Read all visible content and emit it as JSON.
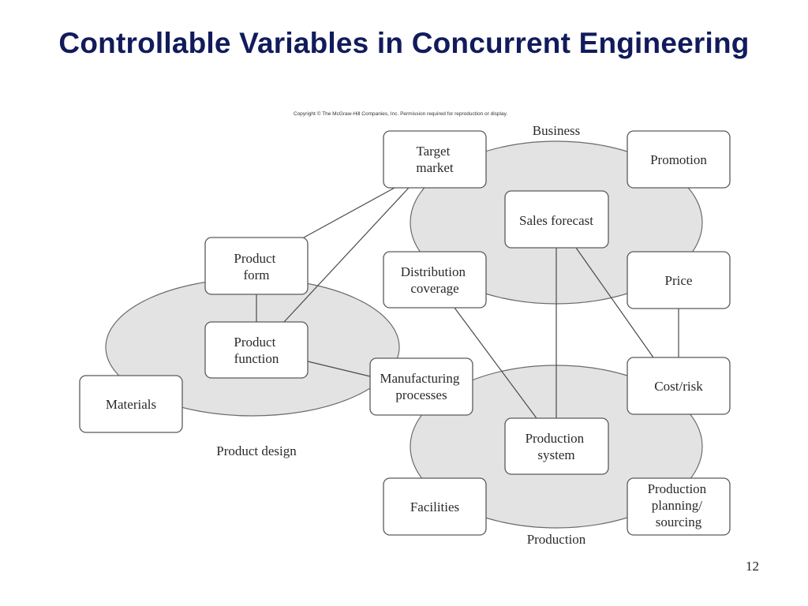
{
  "slide": {
    "title": "Controllable Variables in Concurrent Engineering",
    "copyright": "Copyright © The McGraw-Hill Companies, Inc.  Permission required for reproduction or display.",
    "page_number": "12"
  },
  "zones": {
    "business": "Business",
    "product_design": "Product design",
    "production": "Production"
  },
  "nodes": {
    "target_market": [
      "Target",
      "market"
    ],
    "promotion": [
      "Promotion"
    ],
    "sales_forecast": [
      "Sales forecast"
    ],
    "distribution_coverage": [
      "Distribution",
      "coverage"
    ],
    "price": [
      "Price"
    ],
    "product_form": [
      "Product",
      "form"
    ],
    "product_function": [
      "Product",
      "function"
    ],
    "materials": [
      "Materials"
    ],
    "manufacturing_processes": [
      "Manufacturing",
      "processes"
    ],
    "cost_risk": [
      "Cost/risk"
    ],
    "production_system": [
      "Production",
      "system"
    ],
    "facilities": [
      "Facilities"
    ],
    "production_planning": [
      "Production",
      "planning/",
      "sourcing"
    ]
  }
}
